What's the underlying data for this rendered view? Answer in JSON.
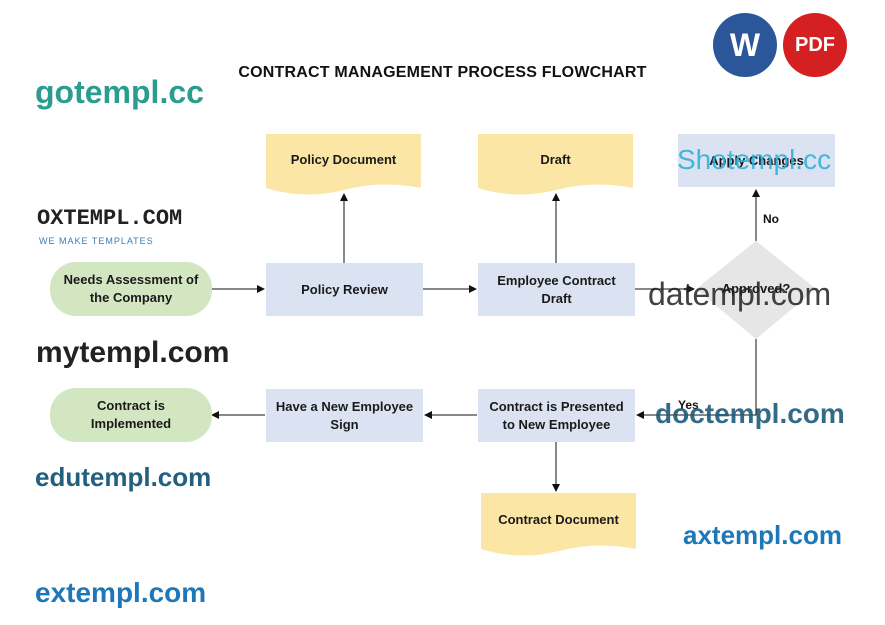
{
  "title": "CONTRACT MANAGEMENT PROCESS FLOWCHART",
  "nodes": {
    "needs_assessment": "Needs Assessment of the Company",
    "policy_review": "Policy Review",
    "employee_contract_draft": "Employee Contract Draft",
    "approved": "Approved?",
    "policy_document": "Policy Document",
    "draft": "Draft",
    "apply_changes": "Apply Changes",
    "contract_presented": "Contract is Presented to New Employee",
    "new_employee_sign": "Have a New Employee Sign",
    "contract_implemented": "Contract is Implemented",
    "contract_document": "Contract Document"
  },
  "edge_labels": {
    "no": "No",
    "yes": "Yes"
  },
  "badges": {
    "word": "W",
    "pdf": "PDF"
  },
  "watermarks": {
    "gotempl": "gotempl.cc",
    "oxtempl": "OXTEMPL.COM",
    "oxtempl_tag": "WE MAKE TEMPLATES",
    "mytempl": "mytempl.com",
    "edutempl": "edutempl.com",
    "extempl": "extempl.com",
    "shotempl": "Shotempl.cc",
    "datempl": "datempl.com",
    "doctempl": "doctempl.com",
    "axtempl": "axtempl.com"
  },
  "colors": {
    "process_fill": "#dbe3f2",
    "terminal_fill": "#d3e6c2",
    "document_fill": "#fbe6a6",
    "decision_fill": "#e6e6e6",
    "word_badge": "#2b579a",
    "pdf_badge": "#d42020"
  }
}
